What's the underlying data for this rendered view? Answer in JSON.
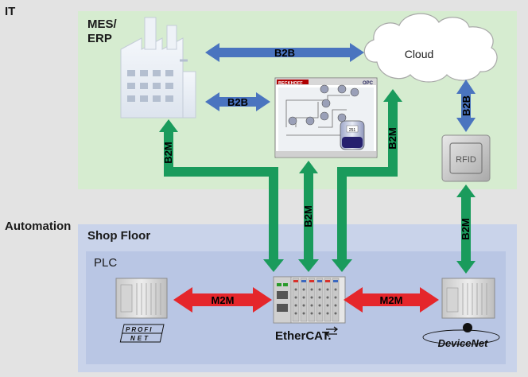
{
  "zones": {
    "it": {
      "label": "IT"
    },
    "automation": {
      "label": "Automation"
    },
    "shop_floor": {
      "label": "Shop Floor"
    },
    "plc": {
      "label": "PLC"
    }
  },
  "nodes": {
    "mes_erp": {
      "label": "MES/\nERP",
      "line1": "MES/",
      "line2": "ERP"
    },
    "cloud": {
      "label": "Cloud"
    },
    "rfid": {
      "label": "RFID"
    },
    "scada_brand": {
      "label": "BECKHOFF"
    },
    "scada_opc": {
      "label": "OPC"
    },
    "scada_tank": {
      "label": "251"
    },
    "ethercat": {
      "label": "EtherCAT."
    },
    "profinet": {
      "line1": "PROFI",
      "line2": "NET"
    },
    "devicenet": {
      "label": "DeviceNet"
    }
  },
  "connections": {
    "b2b_mes_cloud": "B2B",
    "b2b_mes_scada": "B2B",
    "b2b_cloud_rfid": "B2B",
    "b2m_mes": "B2M",
    "b2m_scada": "B2M",
    "b2m_cloud": "B2M",
    "b2m_rfid": "B2M",
    "m2m_left": "M2M",
    "m2m_right": "M2M"
  },
  "colors": {
    "it_bg": "#d6ecd0",
    "automation_bg": "#e3e3e3",
    "shop_floor_bg": "#c9d3ea",
    "plc_bg": "#b9c6e4",
    "b2b_arrow": "#4a74bf",
    "b2m_arrow": "#1a9b5c",
    "m2m_arrow": "#e5262b"
  }
}
